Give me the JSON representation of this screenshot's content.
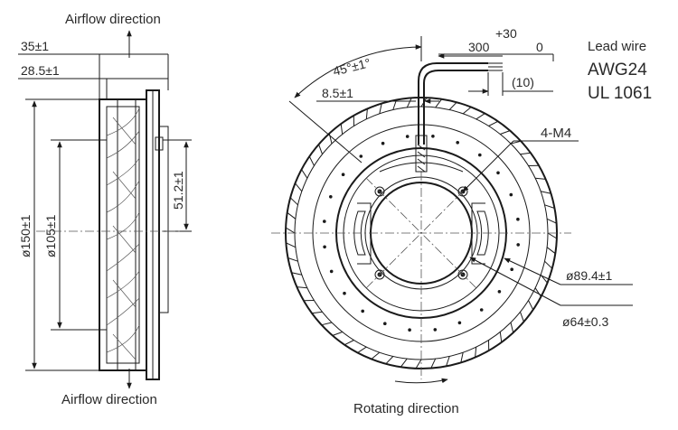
{
  "side_view": {
    "airflow_top": "Airflow direction",
    "airflow_bottom": "Airflow direction",
    "dim_35": "35±1",
    "dim_28_5": "28.5±1",
    "dim_150": "ø150±1",
    "dim_105": "ø105±1",
    "dim_51_2": "51.2±1"
  },
  "front_view": {
    "angle": "45°±1°",
    "dim_8_5": "8.5±1",
    "tol_plus": "+30",
    "lead_length": "300",
    "tol_minus": "0",
    "strip_length": "(10)",
    "screw": "4-M4",
    "dim_89_4": "ø89.4±1",
    "dim_64": "ø64±0.3",
    "rotating": "Rotating direction"
  },
  "lead_wire": {
    "title": "Lead wire",
    "gauge": "AWG24",
    "standard": "UL 1061"
  }
}
